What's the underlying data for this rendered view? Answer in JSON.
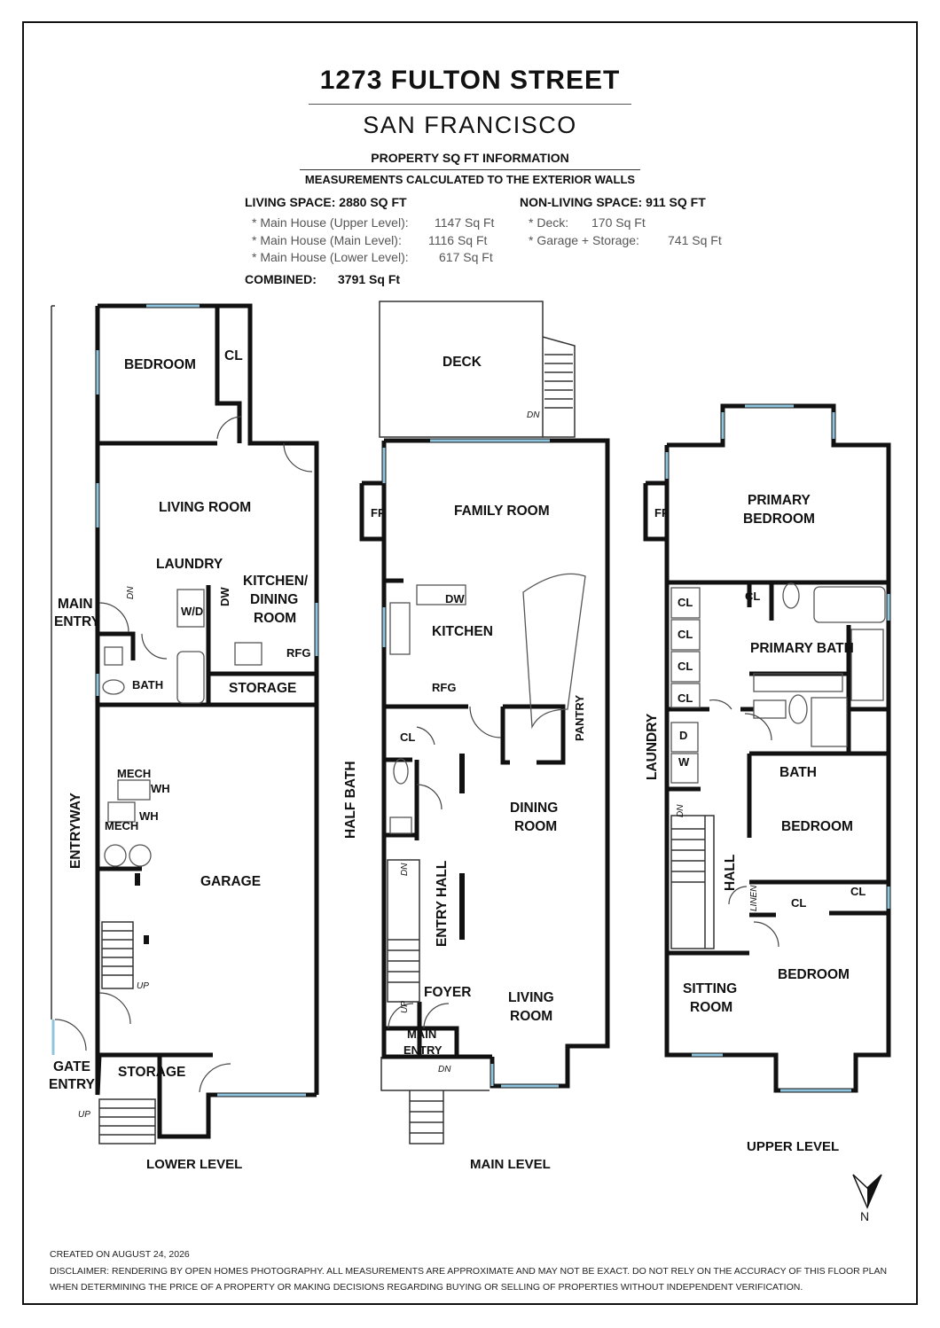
{
  "header": {
    "address": "1273 FULTON STREET",
    "city": "SAN FRANCISCO",
    "info_title": "PROPERTY SQ FT INFORMATION",
    "info_subtitle": "MEASUREMENTS CALCULATED TO THE EXTERIOR WALLS"
  },
  "living": {
    "heading": "LIVING SPACE: 2880 SQ FT",
    "rows": [
      {
        "label": "*   Main House (Upper Level):",
        "value": "1147 Sq Ft"
      },
      {
        "label": "*   Main House (Main Level):",
        "value": "1116 Sq Ft"
      },
      {
        "label": "*   Main House (Lower Level):",
        "value": "617 Sq Ft"
      }
    ]
  },
  "non_living": {
    "heading": "NON-LIVING SPACE: 911 SQ FT",
    "rows": [
      {
        "label": "*   Deck:",
        "value": "170 Sq Ft"
      },
      {
        "label": "*   Garage + Storage:",
        "value": "741 Sq Ft"
      }
    ]
  },
  "combined": {
    "label": "COMBINED:",
    "value": "3791 Sq Ft"
  },
  "lower_level": {
    "name": "LOWER LEVEL",
    "rooms": {
      "bedroom": "BEDROOM",
      "cl": "CL",
      "living_room": "LIVING ROOM",
      "laundry": "LAUNDRY",
      "kitchen_1": "KITCHEN/",
      "kitchen_2": "DINING",
      "kitchen_3": "ROOM",
      "main_entry_1": "MAIN",
      "main_entry_2": "ENTRY",
      "wd": "W/D",
      "dw": "DW",
      "rfg": "RFG",
      "bath": "BATH",
      "storage_top": "STORAGE",
      "mech_1": "MECH",
      "mech_2": "MECH",
      "wh_1": "WH",
      "wh_2": "WH",
      "garage": "GARAGE",
      "entryway": "ENTRYWAY",
      "gate_entry_1": "GATE",
      "gate_entry_2": "ENTRY",
      "storage_bottom": "STORAGE",
      "dn": "DN",
      "up_1": "UP",
      "up_2": "UP"
    }
  },
  "main_level": {
    "name": "MAIN LEVEL",
    "rooms": {
      "deck": "DECK",
      "dn_1": "DN",
      "fp": "FP",
      "family_room": "FAMILY ROOM",
      "dw": "DW",
      "kitchen": "KITCHEN",
      "rfg": "RFG",
      "pantry": "PANTRY",
      "cl": "CL",
      "half_bath": "HALF BATH",
      "dining_1": "DINING",
      "dining_2": "ROOM",
      "entry_hall": "ENTRY HALL",
      "dn_2": "DN",
      "foyer": "FOYER",
      "living_1": "LIVING",
      "living_2": "ROOM",
      "up": "UP",
      "main_entry_1": "MAIN",
      "main_entry_2": "ENTRY",
      "dn_3": "DN"
    }
  },
  "upper_level": {
    "name": "UPPER LEVEL",
    "rooms": {
      "fp": "FP",
      "primary_1": "PRIMARY",
      "primary_2": "BEDROOM",
      "cl": "CL",
      "primary_bath": "PRIMARY BATH",
      "laundry": "LAUNDRY",
      "d": "D",
      "w": "W",
      "bath": "BATH",
      "bedroom_1": "BEDROOM",
      "hall": "HALL",
      "linen": "LINEN",
      "dn": "DN",
      "sitting_1": "SITTING",
      "sitting_2": "ROOM",
      "bedroom_2": "BEDROOM"
    }
  },
  "footer": {
    "created": "CREATED ON AUGUST 24, 2026",
    "disclaimer_1": "DISCLAIMER: RENDERING BY OPEN HOMES PHOTOGRAPHY. ALL MEASUREMENTS ARE APPROXIMATE AND MAY NOT BE EXACT. DO NOT RELY ON THE ACCURACY OF THIS FLOOR PLAN",
    "disclaimer_2": "WHEN DETERMINING THE PRICE OF A PROPERTY OR MAKING DECISIONS REGARDING BUYING OR SELLING OF PROPERTIES WITHOUT INDEPENDENT VERIFICATION."
  },
  "compass": {
    "label": "N"
  },
  "colors": {
    "wall": "#111111",
    "window": "#8fc4dd",
    "fixture": "#555555"
  }
}
